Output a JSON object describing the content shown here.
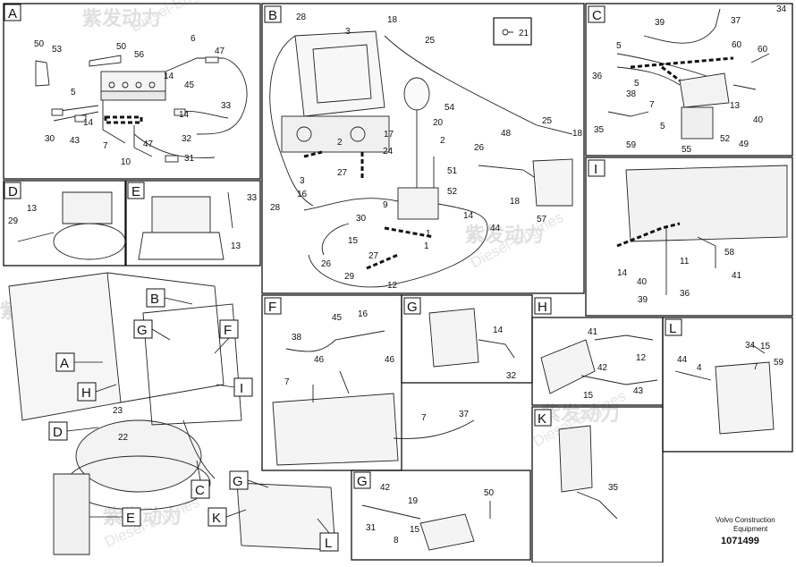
{
  "watermark": {
    "cn": "紫发动力",
    "en": "Diesel-Engines"
  },
  "footer": {
    "brand": "Volvo Construction",
    "sub": "Equipment",
    "number": "1071499"
  },
  "panels": {
    "A": {
      "label": "A",
      "parts": [
        "50",
        "53",
        "50",
        "56",
        "6",
        "47",
        "5",
        "14",
        "45",
        "14",
        "33",
        "30",
        "43",
        "14",
        "7",
        "32",
        "47",
        "10",
        "31"
      ]
    },
    "B": {
      "label": "B",
      "parts": [
        "28",
        "3",
        "18",
        "25",
        "21",
        "2",
        "54",
        "20",
        "2",
        "17",
        "24",
        "1",
        "25",
        "18",
        "48",
        "26",
        "51",
        "52",
        "3",
        "27",
        "16",
        "28",
        "9",
        "30",
        "14",
        "44",
        "57",
        "18",
        "26",
        "27",
        "29",
        "12",
        "15",
        "1"
      ]
    },
    "C": {
      "label": "C",
      "parts": [
        "39",
        "37",
        "5",
        "60",
        "34",
        "36",
        "38",
        "7",
        "5",
        "13",
        "35",
        "59",
        "5",
        "55",
        "52",
        "49",
        "40"
      ]
    },
    "D": {
      "label": "D",
      "parts": [
        "13",
        "29"
      ]
    },
    "E": {
      "label": "E",
      "parts": [
        "33",
        "13"
      ]
    },
    "F": {
      "label": "F",
      "parts": [
        "45",
        "16",
        "38",
        "46",
        "46",
        "7",
        "7",
        "37"
      ]
    },
    "G": {
      "label": "G",
      "parts": [
        "14",
        "32"
      ]
    },
    "G2": {
      "label": "G",
      "parts": [
        "42",
        "19",
        "50",
        "31",
        "8",
        "15"
      ]
    },
    "H": {
      "label": "H",
      "parts": [
        "41",
        "12",
        "42",
        "15",
        "43"
      ]
    },
    "I": {
      "label": "I",
      "parts": [
        "14",
        "11",
        "58",
        "40",
        "41",
        "36",
        "39"
      ]
    },
    "K": {
      "label": "K",
      "parts": [
        "35"
      ]
    },
    "L": {
      "label": "L",
      "parts": [
        "34",
        "15",
        "44",
        "4",
        "7",
        "59"
      ]
    }
  },
  "overview": {
    "callouts": [
      "B",
      "G",
      "F",
      "A",
      "H",
      "I",
      "D",
      "C",
      "G",
      "K",
      "E",
      "L"
    ],
    "parts": [
      "23",
      "22"
    ]
  }
}
